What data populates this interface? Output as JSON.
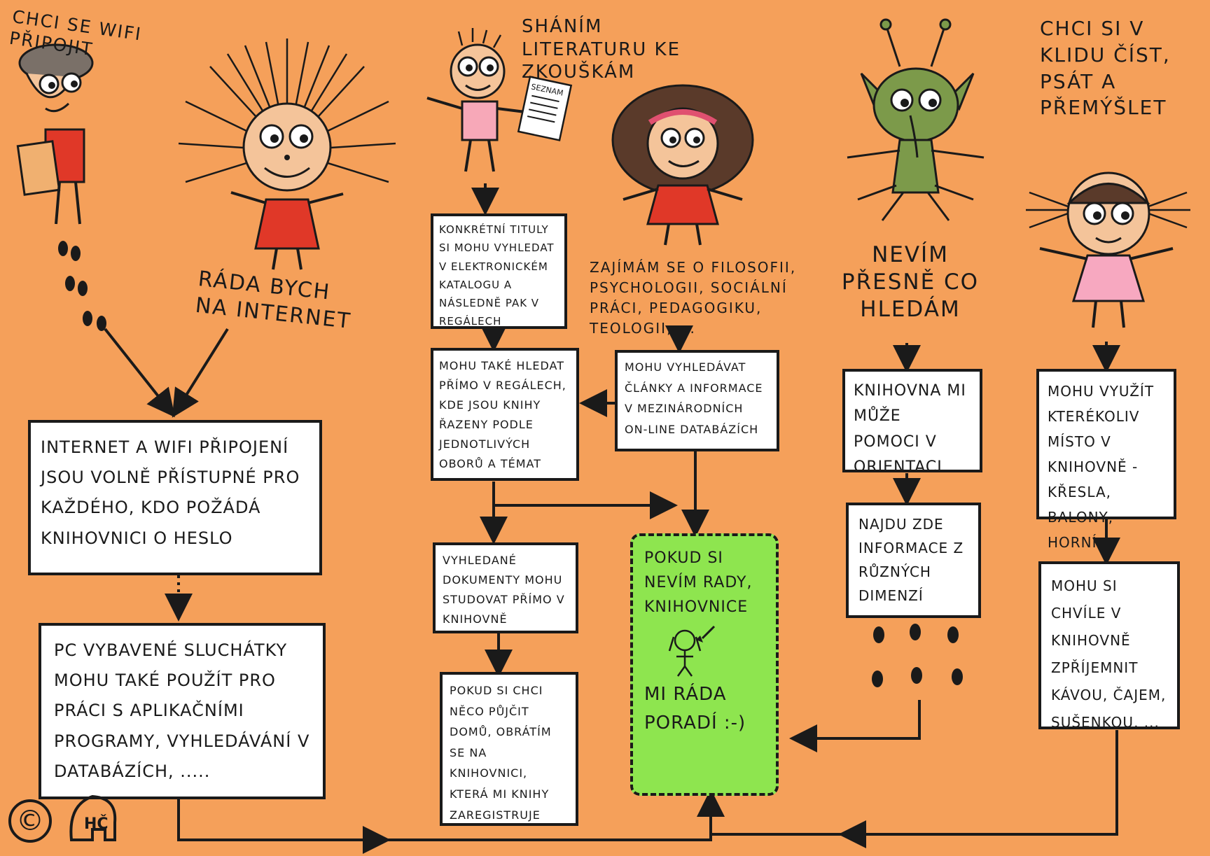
{
  "colors": {
    "background": "#f5a05a",
    "box_fill": "#ffffff",
    "help_box_fill": "#8ee54f",
    "ink": "#1a1a1a"
  },
  "characters": {
    "wifi": {
      "caption": "CHCI SE WIFI PŘIPOJIT"
    },
    "internet": {
      "caption": "RÁDA BYCH NA INTERNET"
    },
    "literature": {
      "caption": "SHÁNÍM LITERATURU KE ZKOUŠKÁM",
      "list_label": "SEZNAM"
    },
    "subjects": {
      "caption": "ZAJÍMÁM SE O FILOSOFII, PSYCHOLOGII, SOCIÁLNÍ PRÁCI, PEDAGOGIKU, TEOLOGII, ..."
    },
    "unsure": {
      "caption": "NEVÍM PŘESNĚ CO HLEDÁM"
    },
    "quiet": {
      "caption": "CHCI SI V KLIDU ČÍST, PSÁT A PŘEMÝŠLET"
    }
  },
  "boxes": {
    "wifi_free": "INTERNET A WIFI PŘIPOJENÍ JSOU VOLNĚ PŘÍSTUPNÉ PRO KAŽDÉHO, KDO POŽÁDÁ KNIHOVNICI O HESLO",
    "pc_headphones": "PC VYBAVENÉ SLUCHÁTKY MOHU TAKÉ POUŽÍT PRO PRÁCI S APLIKAČNÍMI PROGRAMY, VYHLEDÁVÁNÍ V DATABÁZÍCH, .....",
    "catalog": "KONKRÉTNÍ TITULY SI MOHU VYHLEDAT V ELEKTRONICKÉM KATALOGU A NÁSLEDNĚ PAK V REGÁLECH",
    "shelves": "MOHU TAKÉ HLEDAT PŘÍMO V REGÁLECH, KDE JSOU KNIHY ŘAZENY PODLE JEDNOTLIVÝCH OBORŮ A TÉMAT",
    "study": "VYHLEDANÉ DOKUMENTY MOHU STUDOVAT PŘÍMO V KNIHOVNĚ",
    "borrow": "POKUD SI CHCI NĚCO PŮJČIT DOMŮ, OBRÁTÍM SE NA KNIHOVNICI, KTERÁ MI KNIHY ZAREGISTRUJE",
    "databases": "MOHU VYHLEDÁVAT ČLÁNKY A INFORMACE V MEZINÁRODNÍCH ON-LINE DATABÁZÍCH",
    "help_top": "POKUD SI NEVÍM RADY, KNIHOVNICE",
    "help_bottom": "MI RÁDA PORADÍ :-)",
    "orientation": "KNIHOVNA MI MŮŽE POMOCI V ORIENTACI",
    "dimensions": "NAJDU ZDE INFORMACE Z RŮZNÝCH DIMENZÍ",
    "any_place": "MOHU VYUŽÍT KTERÉKOLIV MÍSTO V KNIHOVNĚ - KŘESLA, BALONY, HORNÍ STUDOVNU",
    "refresh": "MOHU SI CHVÍLE V KNIHOVNĚ ZPŘÍJEMNIT KÁVOU, ČAJEM, SUŠENKOU, ..."
  },
  "signature": {
    "copyright": "©",
    "initials": "HČ"
  }
}
